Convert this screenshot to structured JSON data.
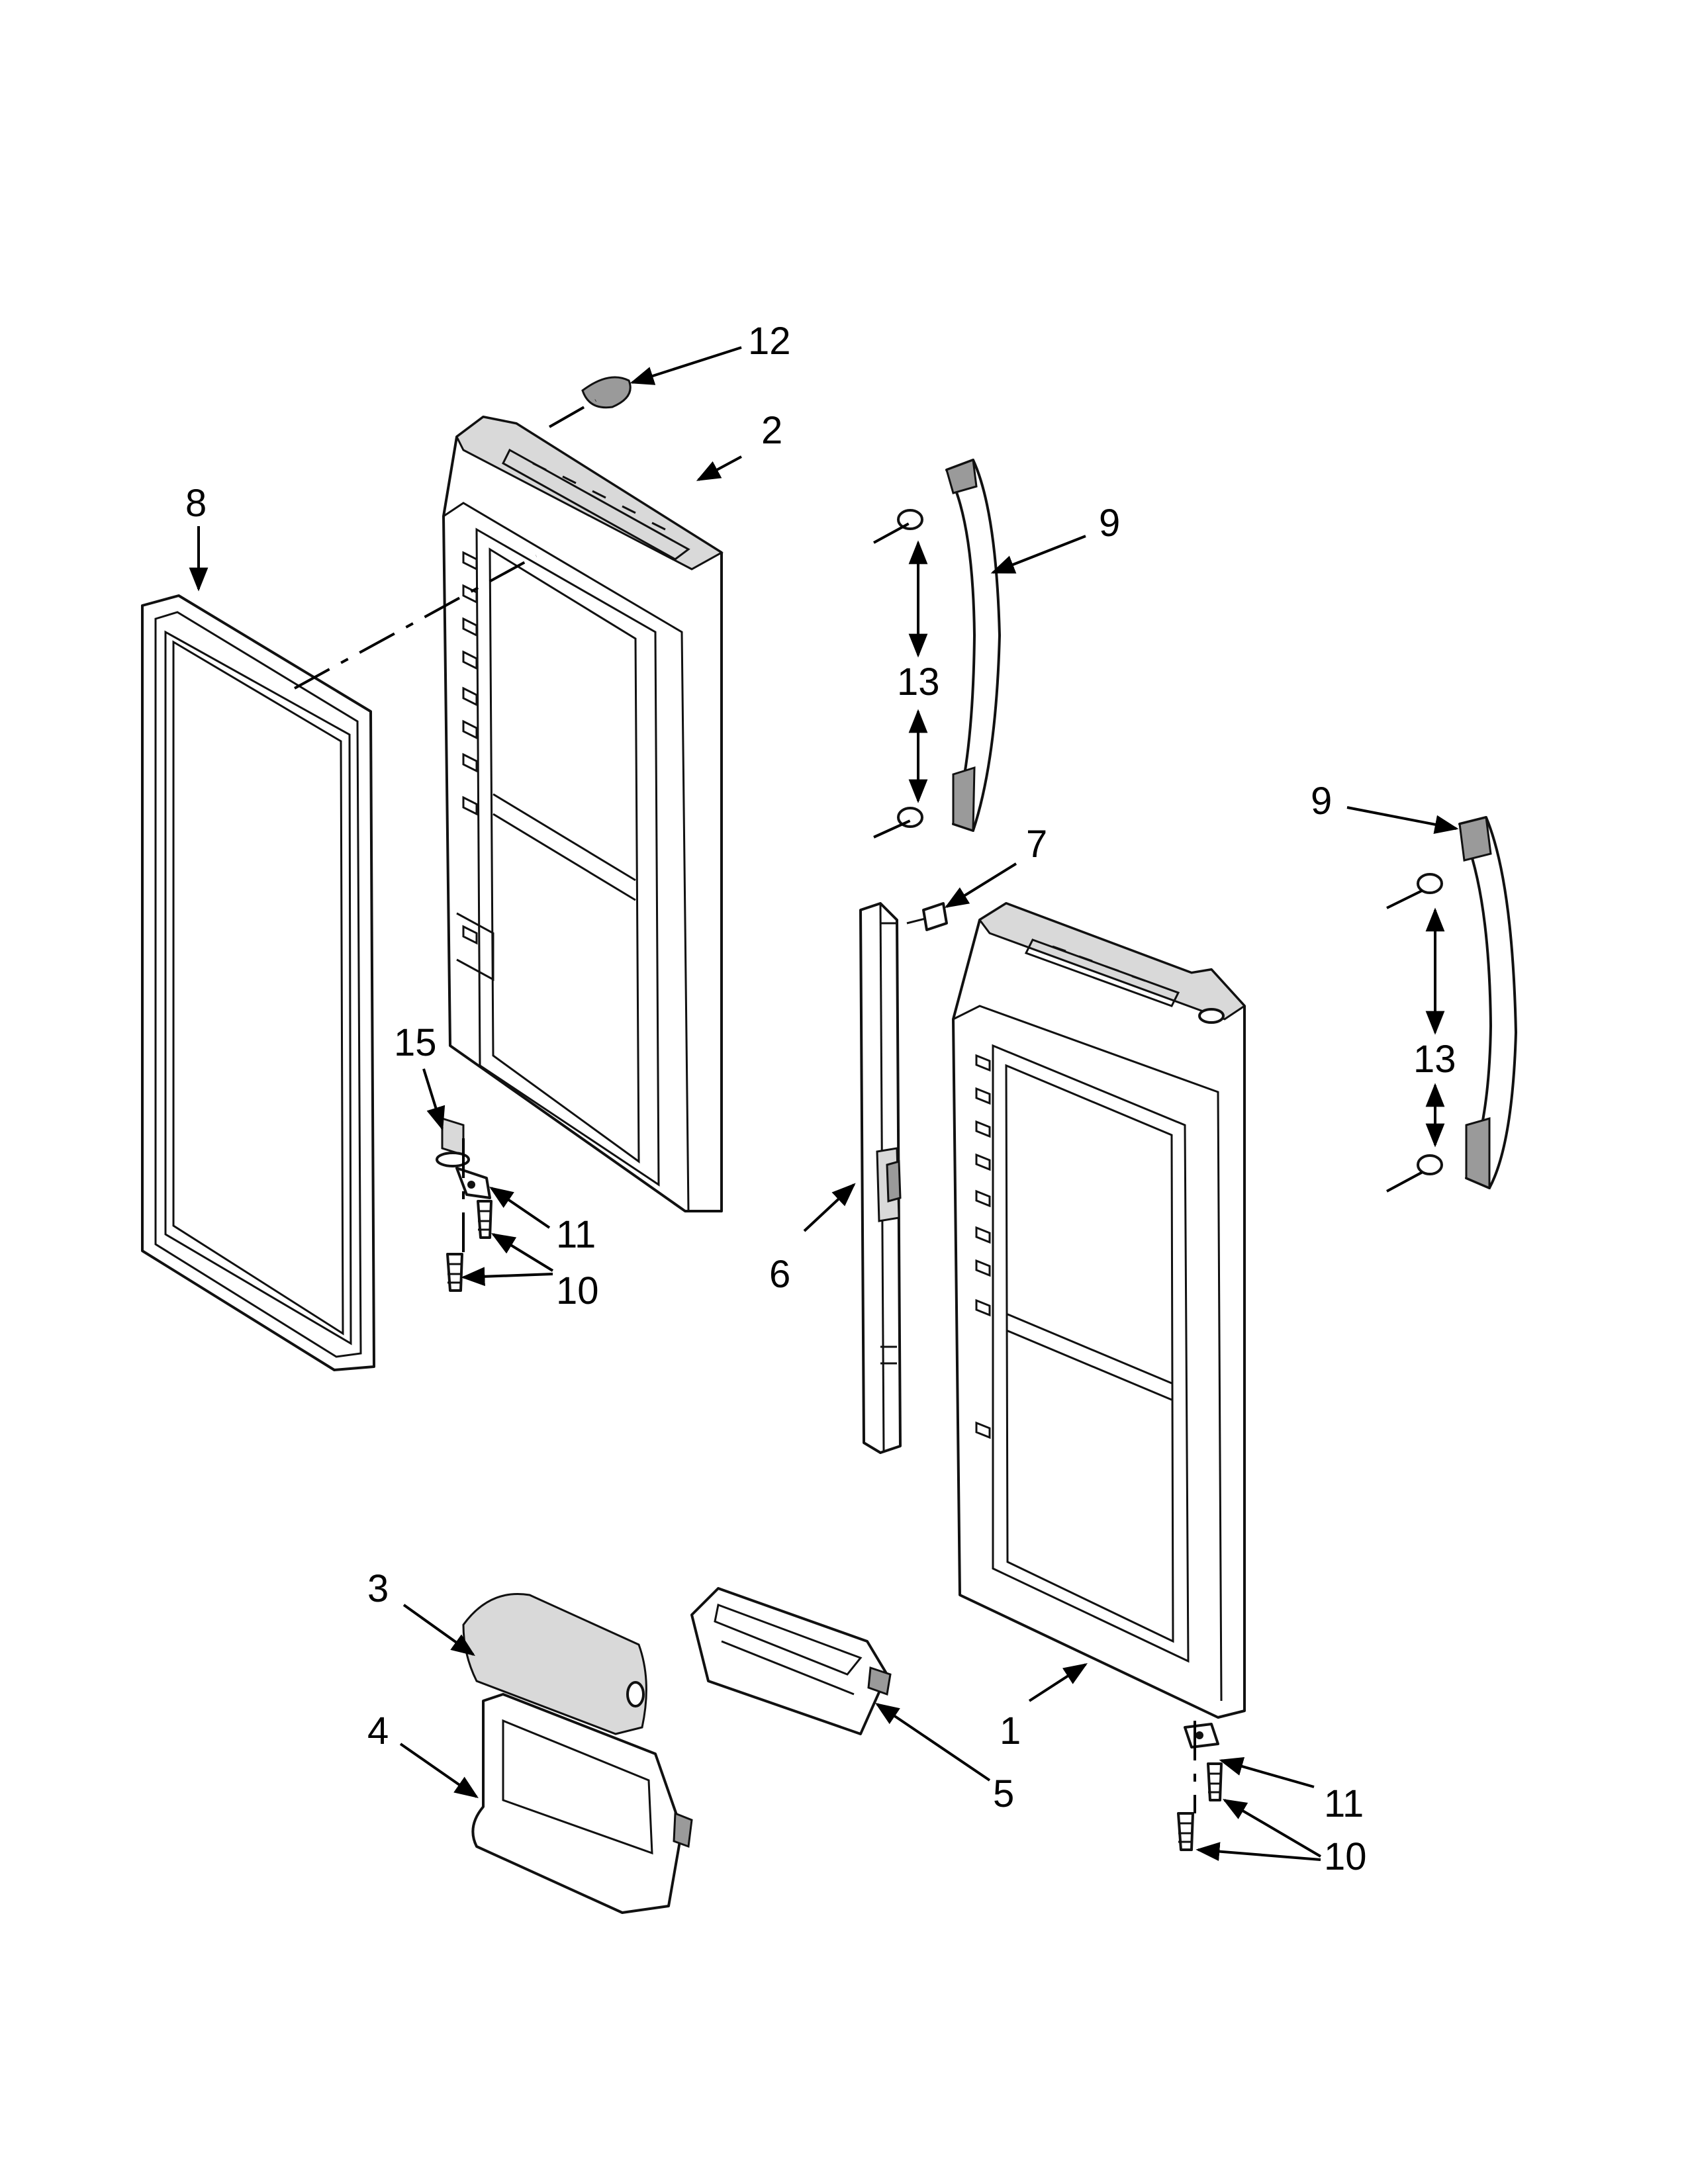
{
  "callouts": {
    "c1": "1",
    "c2": "2",
    "c3": "3",
    "c4": "4",
    "c5": "5",
    "c6": "6",
    "c7": "7",
    "c8": "8",
    "c9a": "9",
    "c9b": "9",
    "c10a": "10",
    "c10b": "10",
    "c11a": "11",
    "c11b": "11",
    "c12": "12",
    "c13a": "13",
    "c13b": "13",
    "c15": "15"
  },
  "colors": {
    "line": "#111111",
    "fill": "#ffffff",
    "shade": "#d9d9d9"
  }
}
